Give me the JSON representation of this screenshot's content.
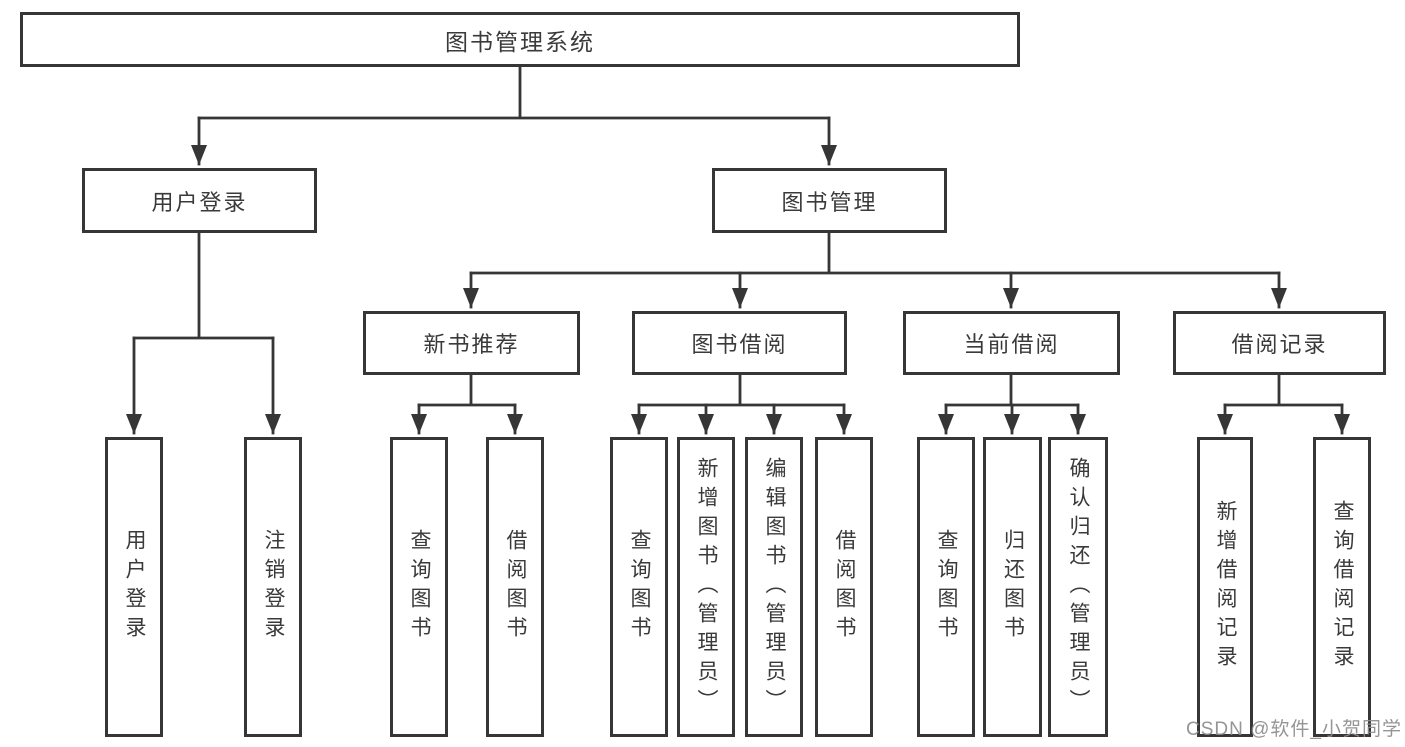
{
  "diagram": {
    "title": "图书管理系统",
    "kind": "hierarchy-tree",
    "colors": {
      "background": "#ffffff",
      "line": "#363636",
      "box_border": "#363636",
      "text": "#3a3a3a",
      "watermark": "#8c8c8c"
    },
    "nodes": [
      {
        "id": "root",
        "label": "图书管理系统",
        "level": 1,
        "parent": null
      },
      {
        "id": "user-login",
        "label": "用户登录",
        "level": 2,
        "parent": "root"
      },
      {
        "id": "book-management",
        "label": "图书管理",
        "level": 2,
        "parent": "root"
      },
      {
        "id": "new-book-recommend",
        "label": "新书推荐",
        "level": 3,
        "parent": "book-management"
      },
      {
        "id": "book-borrowing",
        "label": "图书借阅",
        "level": 3,
        "parent": "book-management"
      },
      {
        "id": "current-borrowing",
        "label": "当前借阅",
        "level": 3,
        "parent": "book-management"
      },
      {
        "id": "borrowing-records",
        "label": "借阅记录",
        "level": 3,
        "parent": "book-management"
      },
      {
        "id": "user-login-action",
        "label": "用户登录",
        "level": 4,
        "parent": "user-login"
      },
      {
        "id": "logout",
        "label": "注销登录",
        "level": 4,
        "parent": "user-login"
      },
      {
        "id": "query-books-1",
        "label": "查询图书",
        "level": 4,
        "parent": "new-book-recommend"
      },
      {
        "id": "borrow-books-1",
        "label": "借阅图书",
        "level": 4,
        "parent": "new-book-recommend"
      },
      {
        "id": "query-books-2",
        "label": "查询图书",
        "level": 4,
        "parent": "book-borrowing"
      },
      {
        "id": "add-books-admin",
        "label": "新增图书（管理员）",
        "level": 4,
        "parent": "book-borrowing"
      },
      {
        "id": "edit-books-admin",
        "label": "编辑图书（管理员）",
        "level": 4,
        "parent": "book-borrowing"
      },
      {
        "id": "borrow-books-2",
        "label": "借阅图书",
        "level": 4,
        "parent": "book-borrowing"
      },
      {
        "id": "query-books-3",
        "label": "查询图书",
        "level": 4,
        "parent": "current-borrowing"
      },
      {
        "id": "return-books",
        "label": "归还图书",
        "level": 4,
        "parent": "current-borrowing"
      },
      {
        "id": "confirm-return-admin",
        "label": "确认归还（管理员）",
        "level": 4,
        "parent": "current-borrowing"
      },
      {
        "id": "add-borrow-record",
        "label": "新增借阅记录",
        "level": 4,
        "parent": "borrowing-records"
      },
      {
        "id": "query-borrow-record",
        "label": "查询借阅记录",
        "level": 4,
        "parent": "borrowing-records"
      }
    ],
    "watermark": "CSDN @软件_小贺同学"
  }
}
